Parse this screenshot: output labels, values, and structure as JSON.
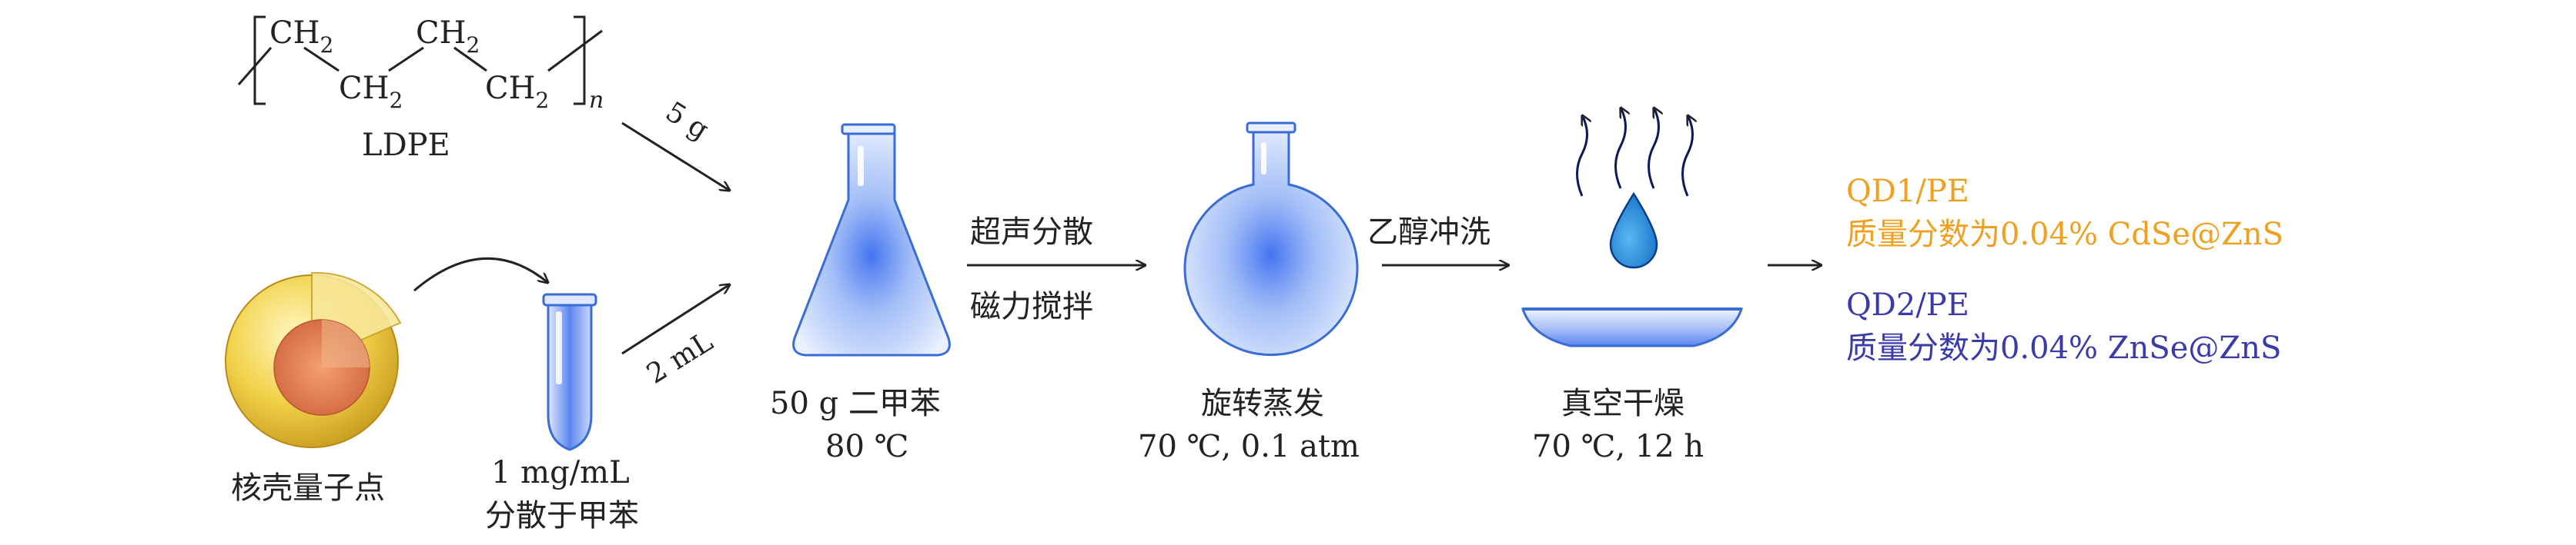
{
  "polymer": {
    "unit_left": "CH",
    "unit_right": "CH",
    "unit_mid_left": "CH",
    "unit_mid_right": "CH",
    "subscript": "2",
    "repeat": "n",
    "name": "LDPE"
  },
  "inputs": {
    "ldpe_amount": "5 g",
    "qd_amount": "2 mL"
  },
  "steps": {
    "quantum_dot": "核壳量子点",
    "dispersion_line1": "1 mg/mL",
    "dispersion_line2": "分散于甲苯",
    "flask_line1": "50 g 二甲苯",
    "flask_line2": "80 ℃",
    "arrow1_top": "超声分散",
    "arrow1_bottom": "磁力搅拌",
    "rotavap_line1": "旋转蒸发",
    "rotavap_line2": "70 ℃, 0.1 atm",
    "arrow2_top": "乙醇冲洗",
    "dry_line1": "真空干燥",
    "dry_line2": "70 ℃, 12 h"
  },
  "products": {
    "p1_name": "QD1/PE",
    "p1_desc": "质量分数为0.04% CdSe@ZnS",
    "p2_name": "QD2/PE",
    "p2_desc": "质量分数为0.04% ZnSe@ZnS"
  },
  "colors": {
    "product1": "#f0a020",
    "product2": "#3a3aa8",
    "glass": "#3a6cd8",
    "droplet": "#1e8cd8",
    "qd_shell": "#f2d24a",
    "qd_core": "#e07a50"
  }
}
